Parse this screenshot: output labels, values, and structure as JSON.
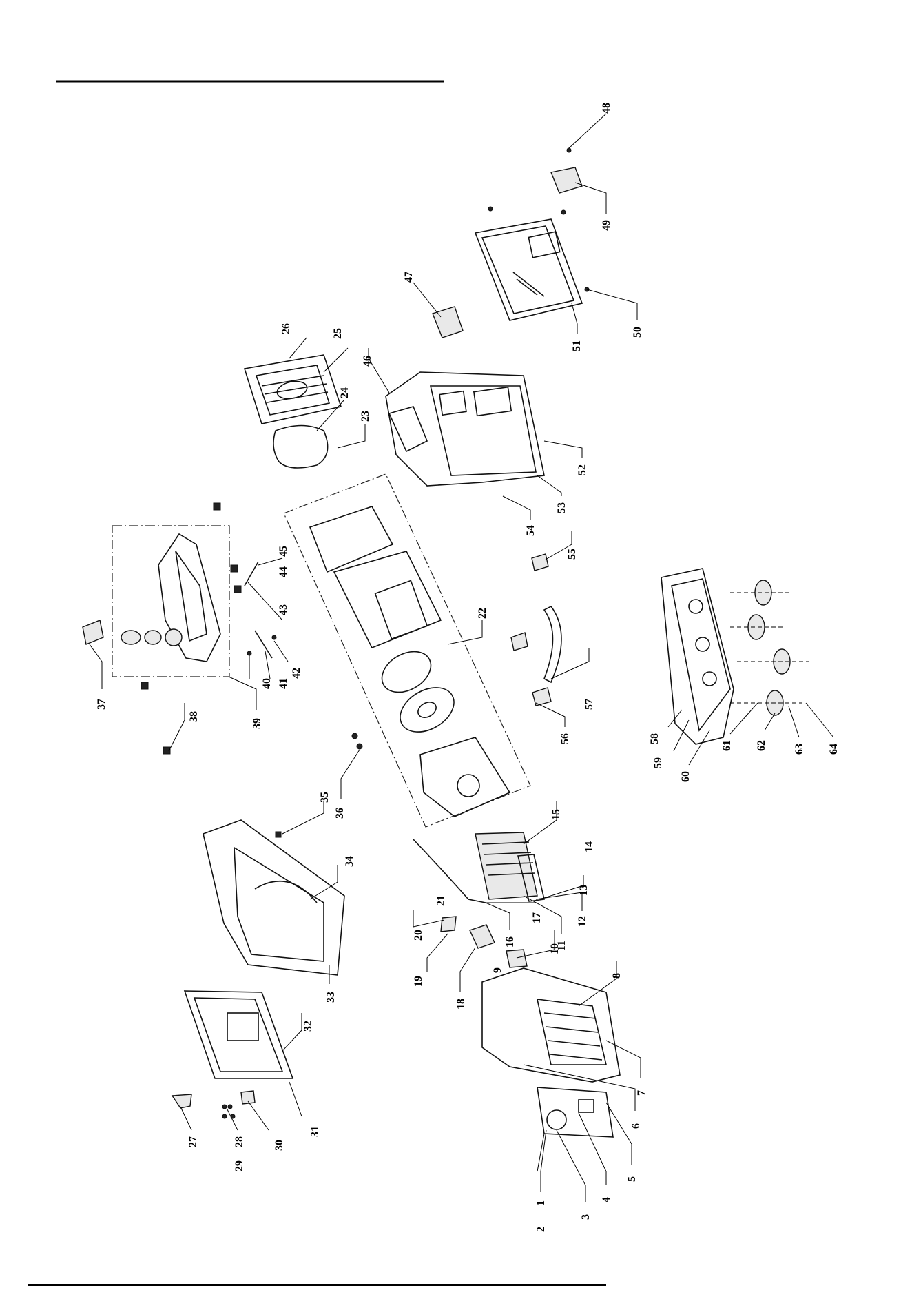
{
  "page": {
    "title_rule": "top-rule",
    "footer_rule": "bottom-rule"
  },
  "labels": {
    "l1": "1",
    "l2": "2",
    "l3": "3",
    "l4": "4",
    "l5": "5",
    "l6": "6",
    "l7": "7",
    "l8": "8",
    "l9": "9",
    "l10": "10",
    "l11": "11",
    "l12": "12",
    "l13": "13",
    "l14": "14",
    "l15": "15",
    "l16": "16",
    "l17": "17",
    "l18": "18",
    "l19": "19",
    "l20": "20",
    "l21": "21",
    "l22": "22",
    "l23": "23",
    "l24": "24",
    "l25": "25",
    "l26": "26",
    "l27": "27",
    "l28": "28",
    "l29": "29",
    "l30": "30",
    "l31": "31",
    "l32": "32",
    "l33": "33",
    "l34": "34",
    "l35": "35",
    "l36": "36",
    "l37": "37",
    "l38": "38",
    "l39": "39",
    "l40": "40",
    "l41": "41",
    "l42": "42",
    "l43": "43",
    "l44": "44",
    "l45": "45",
    "l46": "46",
    "l47": "47",
    "l48": "48",
    "l49": "49",
    "l50": "50",
    "l51": "51",
    "l52": "52",
    "l53": "53",
    "l54": "54",
    "l55": "55",
    "l56": "56",
    "l57": "57",
    "l58": "58",
    "l59": "59",
    "l60": "60",
    "l61": "61",
    "l62": "62",
    "l63": "63",
    "l64": "64"
  },
  "colors": {
    "ink": "#111111",
    "paper": "#ffffff",
    "shade": "#e9e9e9"
  }
}
